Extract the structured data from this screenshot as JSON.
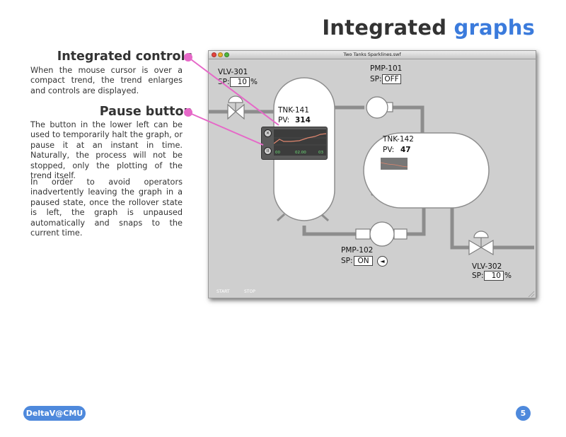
{
  "title": {
    "main": "Integrated",
    "accent": "graphs"
  },
  "sections": [
    {
      "heading": "Integrated controls",
      "body": "When the mouse cursor is over a compact trend, the trend enlarges and controls are displayed."
    },
    {
      "heading": "Pause button",
      "body": "The button in the lower left can be used to temporarily halt the graph, or pause it at an instant in time. Naturally, the process will not be stopped, only the plotting of the trend itself."
    },
    {
      "heading": "",
      "body": "In order to avoid operators inadvertently leaving the graph in a paused state, once the rollover state is left, the graph is unpaused automatically and snaps to the current time."
    }
  ],
  "window": {
    "title": "Two Tanks Sparklines.swf",
    "sp_label": "SP:",
    "pv_label": "PV:",
    "percent": "%",
    "vlv301": {
      "name": "VLV-301",
      "sp": "10"
    },
    "pmp101": {
      "name": "PMP-101",
      "sp": "OFF"
    },
    "tnk141": {
      "name": "TNK-141",
      "pv": "314"
    },
    "tnk142": {
      "name": "TNK-142",
      "pv": "47"
    },
    "pmp102": {
      "name": "PMP-102",
      "sp": "ON",
      "arrow": "◄"
    },
    "vlv302": {
      "name": "VLV-302",
      "sp": "10"
    },
    "trend": {
      "ticks": [
        "00",
        "02.00",
        "03"
      ],
      "pause_symbol": "II",
      "close_symbol": "✕"
    },
    "footer": {
      "start": "START",
      "stop": "STOP"
    }
  },
  "footer": {
    "badge": "DeltaV@CMU",
    "page": "5"
  },
  "colors": {
    "accent": "#3b7bdc",
    "badge": "#4e89dc",
    "pointer": "#e668c8",
    "trend_line": "#e0866e",
    "trend_ticks": "#6fe07a"
  }
}
